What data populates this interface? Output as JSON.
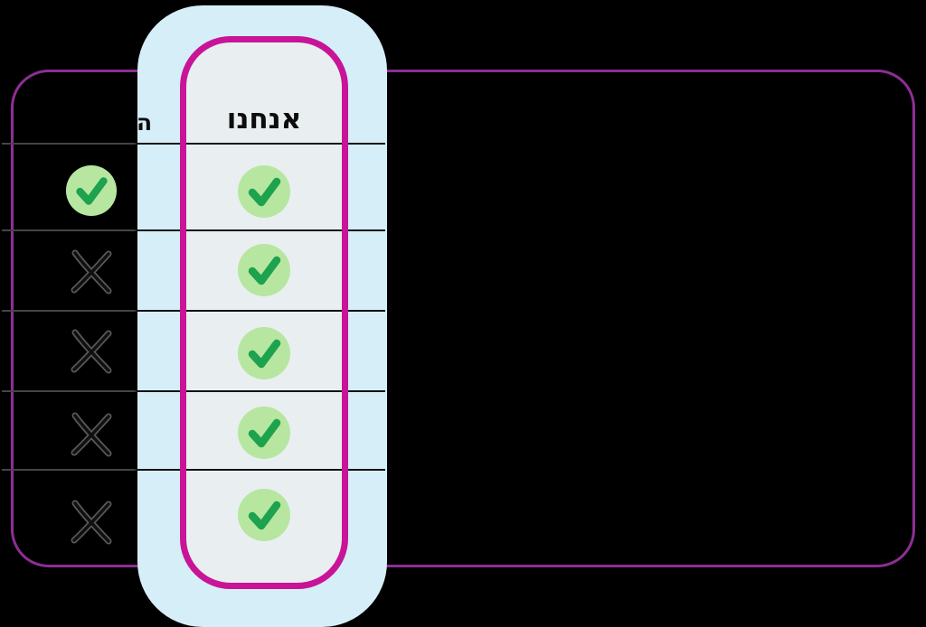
{
  "table": {
    "us_header": "אנחנו",
    "competitors_header_visible": "ה",
    "rows": [
      {
        "us": "check",
        "competitors": "check"
      },
      {
        "us": "check",
        "competitors": "x"
      },
      {
        "us": "check",
        "competitors": "x"
      },
      {
        "us": "check",
        "competitors": "x"
      },
      {
        "us": "check",
        "competitors": "x"
      }
    ]
  },
  "icons": {
    "check": "check-icon",
    "x": "x-icon"
  },
  "colors": {
    "background": "#000000",
    "outer_border": "#8d2e96",
    "column_border": "#c81497",
    "column_glow": "#d6eef8",
    "column_fill": "#e9eff1",
    "check_bg": "#b7e6a0",
    "check_green": "#1da24e"
  }
}
